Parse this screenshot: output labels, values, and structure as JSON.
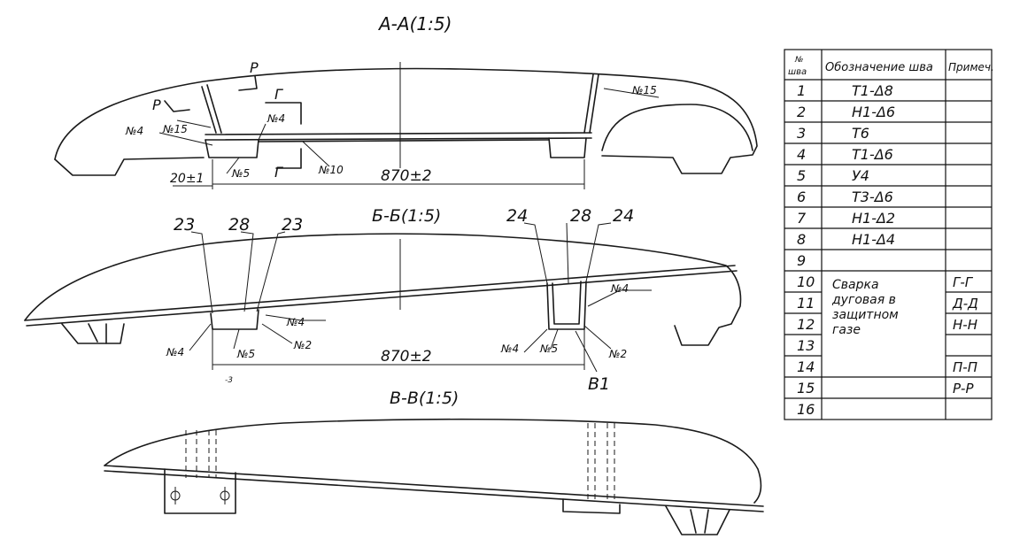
{
  "sections": {
    "aa": {
      "title": "А-А(1:5)",
      "labels": {
        "p_top": "P",
        "p_left": "P",
        "g_top": "Г",
        "g_bottom": "Г",
        "n15_left": "№15",
        "n15_right": "№15",
        "n4_left": "№4",
        "n4_mid": "№4",
        "n5": "№5",
        "n10": "№10",
        "dim_20": "20±1",
        "dim_870": "870±2"
      }
    },
    "bb": {
      "title": "Б-Б(1:5)",
      "labels": {
        "l23a": "23",
        "l28a": "28",
        "l23b": "23",
        "l24a": "24",
        "l28b": "28",
        "l24b": "24",
        "n4_a": "№4",
        "n4_b": "№4",
        "n5_a": "№5",
        "n2_a": "№2",
        "n4_c": "№4",
        "n5_b": "№5",
        "n2_b": "№2",
        "n4_d": "№4",
        "dim_870": "870±2",
        "b1": "В1",
        "mark3": "-3"
      }
    },
    "vv": {
      "title": "В-В(1:5)"
    }
  },
  "weld_table": {
    "headers": [
      "№ шва",
      "Обозначение шва",
      "Примеч."
    ],
    "rows": [
      {
        "n": "1",
        "designation": "Т1-Δ8",
        "note": ""
      },
      {
        "n": "2",
        "designation": "Н1-Δ6",
        "note": ""
      },
      {
        "n": "3",
        "designation": "Т6",
        "note": ""
      },
      {
        "n": "4",
        "designation": "Т1-Δ6",
        "note": ""
      },
      {
        "n": "5",
        "designation": "У4",
        "note": ""
      },
      {
        "n": "6",
        "designation": "Т3-Δ6",
        "note": ""
      },
      {
        "n": "7",
        "designation": "Н1-Δ2",
        "note": ""
      },
      {
        "n": "8",
        "designation": "Н1-Δ4",
        "note": ""
      },
      {
        "n": "9",
        "designation": "",
        "note": ""
      },
      {
        "n": "10",
        "designation": "",
        "note": "Г-Г"
      },
      {
        "n": "11",
        "designation": "",
        "note": "Д-Д"
      },
      {
        "n": "12",
        "designation": "",
        "note": "Н-Н"
      },
      {
        "n": "13",
        "designation": "",
        "note": ""
      },
      {
        "n": "14",
        "designation": "",
        "note": "П-П"
      },
      {
        "n": "15",
        "designation": "",
        "note": "Р-Р"
      },
      {
        "n": "16",
        "designation": "",
        "note": ""
      }
    ],
    "merged_note_lines": [
      "Сварка",
      "дуговая в",
      "защитном",
      "газе"
    ]
  }
}
